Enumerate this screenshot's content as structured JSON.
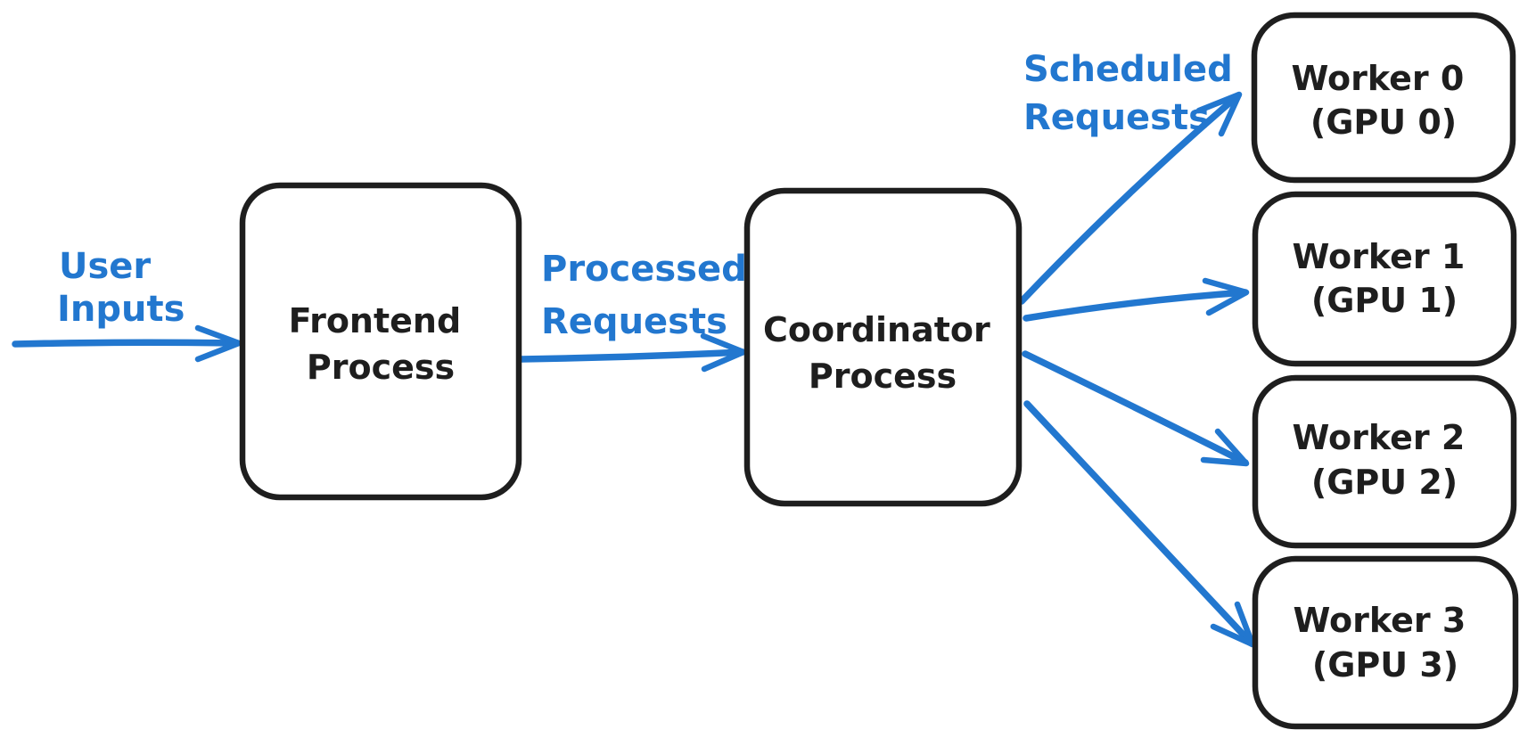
{
  "colors": {
    "accent_blue": "#2277cf",
    "node_stroke": "#1e1e1e",
    "background": "#ffffff"
  },
  "nodes": {
    "frontend": {
      "line1": "Frontend",
      "line2": "Process"
    },
    "coordinator": {
      "line1": "Coordinator",
      "line2": "Process"
    },
    "worker0": {
      "line1": "Worker 0",
      "line2": "(GPU 0)"
    },
    "worker1": {
      "line1": "Worker 1",
      "line2": "(GPU 1)"
    },
    "worker2": {
      "line1": "Worker 2",
      "line2": "(GPU 2)"
    },
    "worker3": {
      "line1": "Worker 3",
      "line2": "(GPU 3)"
    }
  },
  "edge_labels": {
    "user_inputs": {
      "line1": "User",
      "line2": "Inputs"
    },
    "processed_requests": {
      "line1": "Processed",
      "line2": "Requests"
    },
    "scheduled_requests": {
      "line1": "Scheduled",
      "line2": "Requests"
    }
  },
  "edges": [
    {
      "from": "user",
      "to": "frontend-process",
      "label": "User Inputs"
    },
    {
      "from": "frontend-process",
      "to": "coordinator-process",
      "label": "Processed Requests"
    },
    {
      "from": "coordinator-process",
      "to": "worker-0-gpu-0",
      "label": "Scheduled Requests"
    },
    {
      "from": "coordinator-process",
      "to": "worker-1-gpu-1",
      "label": "Scheduled Requests"
    },
    {
      "from": "coordinator-process",
      "to": "worker-2-gpu-2",
      "label": "Scheduled Requests"
    },
    {
      "from": "coordinator-process",
      "to": "worker-3-gpu-3",
      "label": "Scheduled Requests"
    }
  ]
}
